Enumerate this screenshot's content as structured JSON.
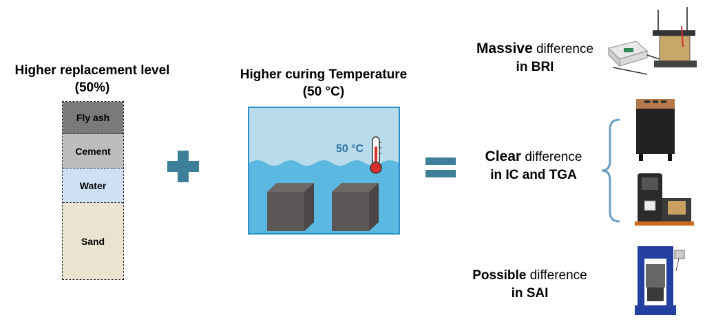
{
  "left": {
    "title_line1": "Higher replacement level",
    "title_line2": "(50%)",
    "layers": [
      "Fly ash",
      "Cement",
      "Water",
      "Sand"
    ]
  },
  "middle": {
    "title_line1": "Higher curing Temperature",
    "title_line2": "(50 °C)",
    "tank_label": "50 °C"
  },
  "results": [
    {
      "strong": "Massive",
      "rest": " difference",
      "line2_pre": "in ",
      "line2_strong": "BRI"
    },
    {
      "strong": "Clear",
      "rest": " difference",
      "line2_pre": "in ",
      "line2_strong": "IC and TGA"
    },
    {
      "strong": "Possible",
      "rest": " difference",
      "line2_pre": "in ",
      "line2_strong": "SAI"
    }
  ],
  "colors": {
    "operator": "#3d7f98",
    "water": "#5bb8e0",
    "tank_bg": "#b9dcec",
    "bracket": "#6a9fc6"
  }
}
